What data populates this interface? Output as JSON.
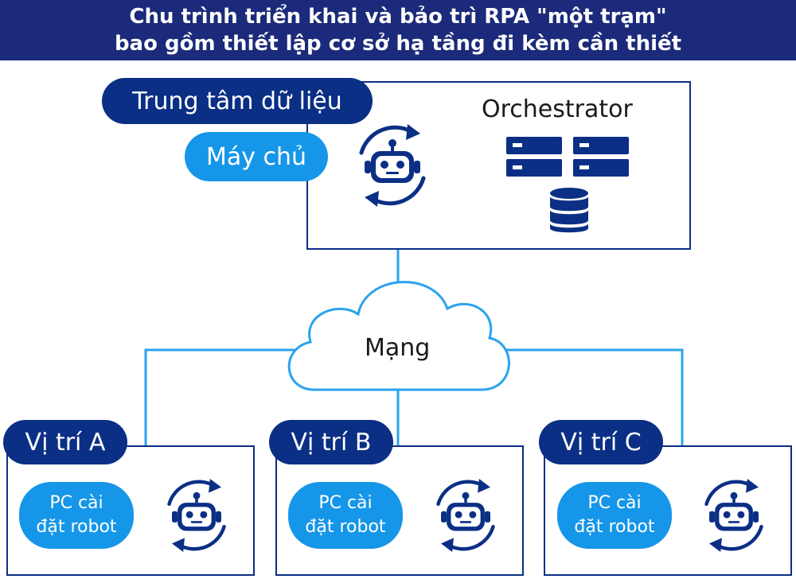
{
  "header": {
    "line1": "Chu trình triển khai và bảo trì RPA \"một trạm\"",
    "line2": "bao gồm thiết lập cơ sở hạ tầng đi kèm cần thiết"
  },
  "datacenter": {
    "title": "Trung tâm dữ liệu",
    "server_label": "Máy chủ",
    "orchestrator_label": "Orchestrator"
  },
  "network": {
    "label": "Mạng"
  },
  "locations": [
    {
      "name": "Vị trí A",
      "pc_line1": "PC cài",
      "pc_line2": "đặt robot"
    },
    {
      "name": "Vị trí B",
      "pc_line1": "PC cài",
      "pc_line2": "đặt robot"
    },
    {
      "name": "Vị trí C",
      "pc_line1": "PC cài",
      "pc_line2": "đặt robot"
    }
  ],
  "colors": {
    "navy": "#0b2f85",
    "blue": "#1696e8",
    "header": "#1b2a7a",
    "line": "#2aa3ec"
  },
  "icons": [
    "robot-cycle-icon",
    "server-rack-icon",
    "database-icon",
    "cloud-icon"
  ]
}
